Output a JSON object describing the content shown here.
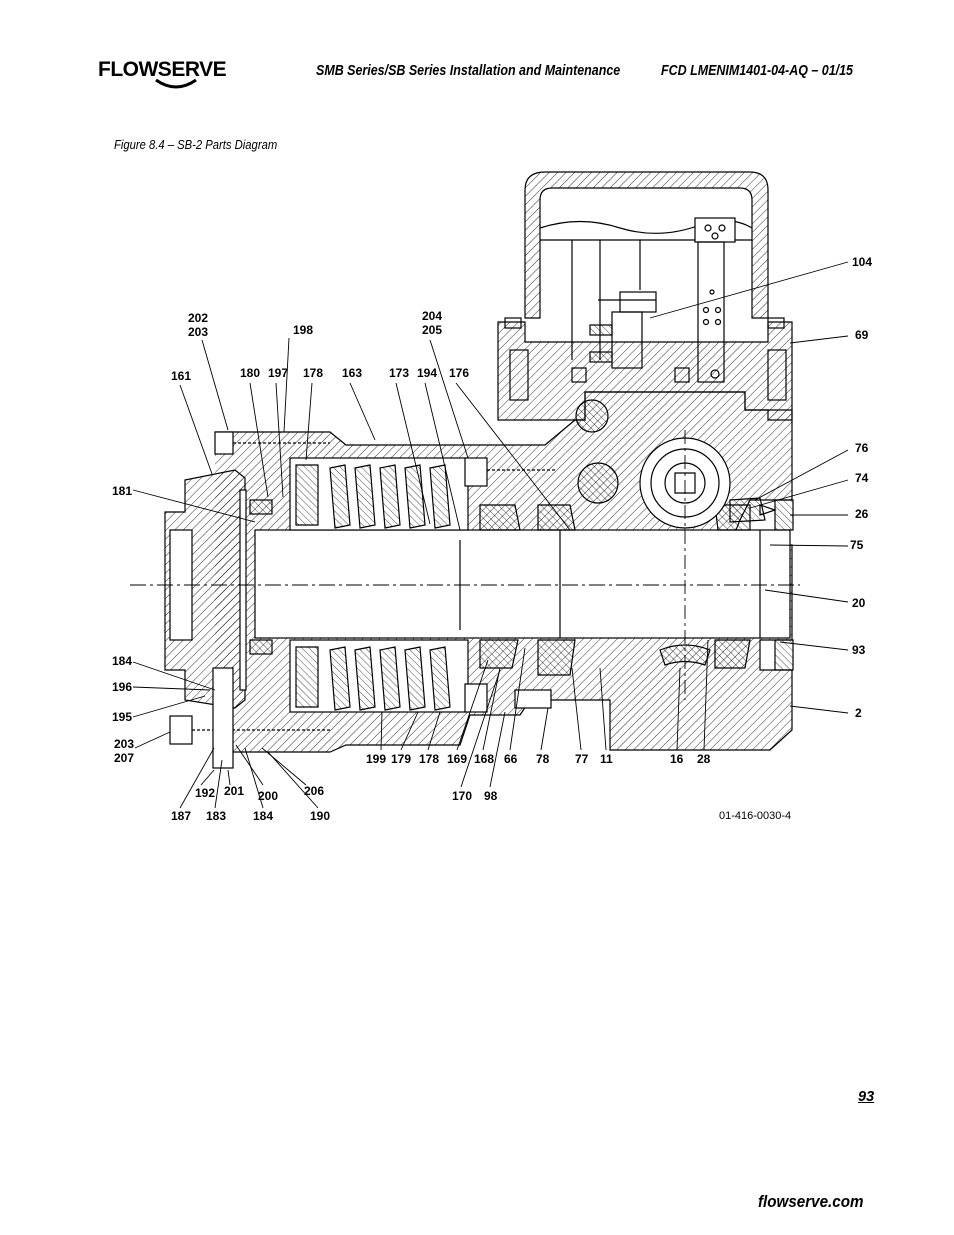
{
  "header": {
    "brand": "FLOWSERVE",
    "title": "SMB Series/SB Series Installation and Maintenance",
    "doc_code": "FCD LMENIM1401-04-AQ – 01/15"
  },
  "figure": {
    "caption": "Figure 8.4 – SB-2 Parts Diagram",
    "drawing_ref": "01-416-0030-4",
    "labels": {
      "l104": "104",
      "l69": "69",
      "l76": "76",
      "l74": "74",
      "l26": "26",
      "l75": "75",
      "l20": "20",
      "l93": "93",
      "l2": "2",
      "l202": "202",
      "l203a": "203",
      "l198": "198",
      "l204": "204",
      "l205": "205",
      "l161": "161",
      "l180": "180",
      "l197": "197",
      "l178a": "178",
      "l163": "163",
      "l173": "173",
      "l194": "194",
      "l176": "176",
      "l181": "181",
      "l184a": "184",
      "l196": "196",
      "l195": "195",
      "l203b": "203",
      "l207": "207",
      "l199": "199",
      "l179": "179",
      "l178b": "178",
      "l169": "169",
      "l168": "168",
      "l66": "66",
      "l78": "78",
      "l77": "77",
      "l11": "11",
      "l16": "16",
      "l28": "28",
      "l170": "170",
      "l98": "98",
      "l192": "192",
      "l201": "201",
      "l200": "200",
      "l206": "206",
      "l187": "187",
      "l183": "183",
      "l184b": "184",
      "l190": "190"
    }
  },
  "footer": {
    "page_number": "93",
    "website": "flowserve.com"
  }
}
